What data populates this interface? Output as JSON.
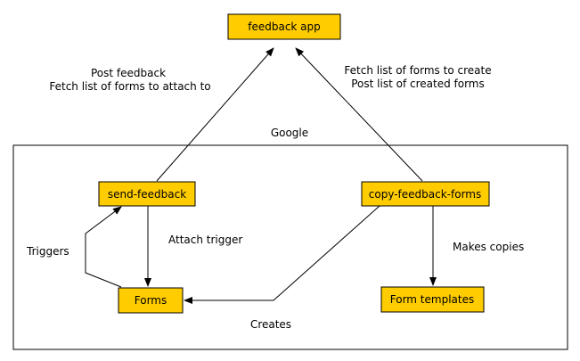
{
  "colors": {
    "node_fill": "#ffcc00",
    "line": "#000000",
    "background": "#ffffff"
  },
  "group": {
    "label": "Google"
  },
  "nodes": {
    "feedback_app": "feedback app",
    "send_feedback": "send-feedback",
    "copy_feedback_forms": "copy-feedback-forms",
    "forms": "Forms",
    "form_templates": "Form templates"
  },
  "edges": {
    "send_to_app": [
      "Post feedback",
      "Fetch list of forms to attach to"
    ],
    "copy_to_app": [
      "Fetch list of forms to create",
      "Post list of created forms"
    ],
    "attach_trigger": "Attach trigger",
    "triggers": "Triggers",
    "makes_copies": "Makes copies",
    "creates": "Creates"
  }
}
